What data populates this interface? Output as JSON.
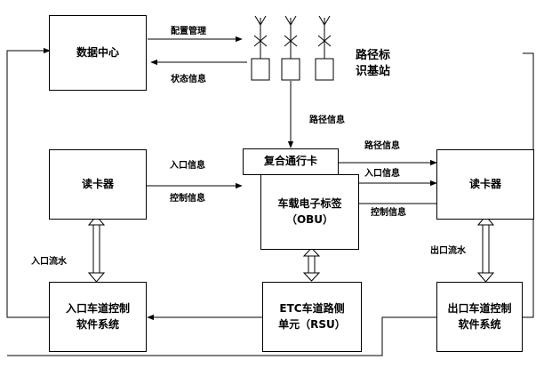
{
  "boxes": {
    "data_center": "数据中心",
    "card_reader_left": "读卡器",
    "composite_card": "复合通行卡",
    "obu_line1": "车载电子标签",
    "obu_line2": "（OBU）",
    "card_reader_right": "读卡器",
    "entry_lane_line1": "入口车道控制",
    "entry_lane_line2": "软件系统",
    "rsu_line1": "ETC车道路侧",
    "rsu_line2": "单元（RSU）",
    "exit_lane_line1": "出口车道控制",
    "exit_lane_line2": "软件系统"
  },
  "labels": {
    "config_mgmt": "配置管理",
    "status_info": "状态信息",
    "route_station_line1": "路径标",
    "route_station_line2": "识基站",
    "route_info_down": "路径信息",
    "entry_info_left": "入口信息",
    "control_info_left": "控制信息",
    "route_info_right": "路径信息",
    "entry_info_right": "入口信息",
    "control_info_right": "控制信息",
    "entry_flow": "入口流水",
    "exit_flow": "出口流水"
  }
}
